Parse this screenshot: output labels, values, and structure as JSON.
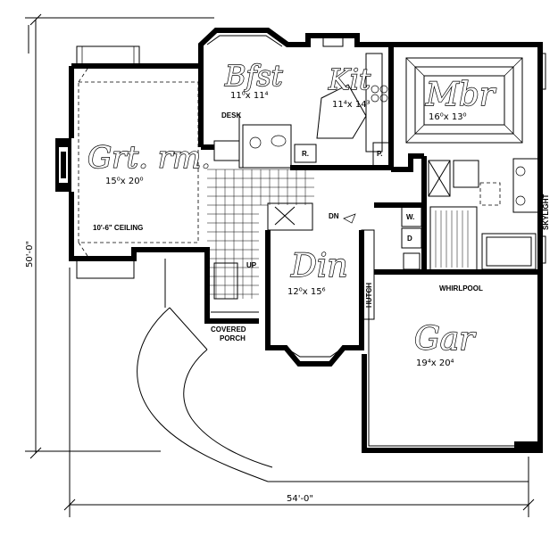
{
  "plan": {
    "overall_depth": "50'-0\"",
    "overall_width": "54'-0\"",
    "rooms": {
      "bfst": {
        "name": "Bfst",
        "dim": "11⁰x 11⁴"
      },
      "kit": {
        "name": "Kit",
        "dim": "11⁴x 14³"
      },
      "mbr": {
        "name": "Mbr",
        "dim": "16⁰x 13⁰"
      },
      "grtrm": {
        "name": "Grt. rm.",
        "dim": "15⁰x 20⁰"
      },
      "din": {
        "name": "Din",
        "dim": "12⁰x 15⁶"
      },
      "gar": {
        "name": "Gar",
        "dim": "19⁴x 20⁴"
      }
    },
    "labels": {
      "desk": "DESK",
      "ceiling": "10'-6\" CEILING",
      "dn": "DN",
      "up": "UP",
      "hutch": "HUTCH",
      "covered_porch_1": "COVERED",
      "covered_porch_2": "PORCH",
      "whirlpool": "WHIRLPOOL",
      "skylight": "SKYLIGHT",
      "r": "R.",
      "p": "P.",
      "w": "W.",
      "d": "D"
    }
  }
}
